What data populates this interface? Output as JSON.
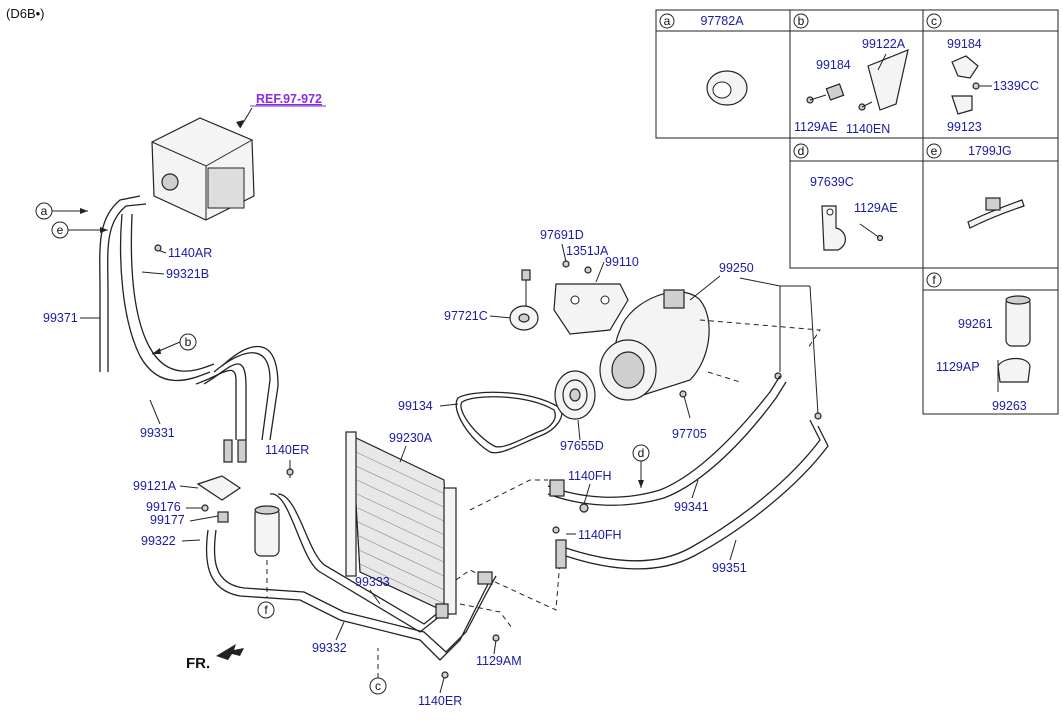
{
  "header": {
    "code": "(D6B•)"
  },
  "ref_link": "REF.97-972",
  "direction_label": "FR.",
  "legend_boxes": {
    "a": {
      "letter": "a",
      "part": "97782A"
    },
    "b": {
      "letter": "b",
      "parts": [
        "99122A",
        "99184",
        "1129AE",
        "1140EN"
      ]
    },
    "c": {
      "letter": "c",
      "parts": [
        "99184",
        "1339CC",
        "99123"
      ]
    },
    "d": {
      "letter": "d",
      "parts": [
        "97639C",
        "1129AE"
      ]
    },
    "e": {
      "letter": "e",
      "part": "1799JG"
    },
    "f": {
      "letter": "f",
      "parts": [
        "99261",
        "1129AP",
        "99263"
      ]
    }
  },
  "callouts": {
    "a": "a",
    "e": "e",
    "b": "b",
    "d": "d",
    "c": "c",
    "f": "f"
  },
  "labels": {
    "p1140AR": "1140AR",
    "p99321B": "99321B",
    "p99371": "99371",
    "p99331": "99331",
    "p97691D": "97691D",
    "p1351JA": "1351JA",
    "p99110": "99110",
    "p97721C": "97721C",
    "p99250": "99250",
    "p99134": "99134",
    "p97655D": "97655D",
    "p97705": "97705",
    "p99230A": "99230A",
    "p1140ER_top": "1140ER",
    "p99121A": "99121A",
    "p99176": "99176",
    "p99177": "99177",
    "p99322": "99322",
    "p1140FH_top": "1140FH",
    "p99341": "99341",
    "p1140FH_bot": "1140FH",
    "p99351": "99351",
    "p99333": "99333",
    "p99332": "99332",
    "p1129AM": "1129AM",
    "p1140ER_bot": "1140ER"
  }
}
